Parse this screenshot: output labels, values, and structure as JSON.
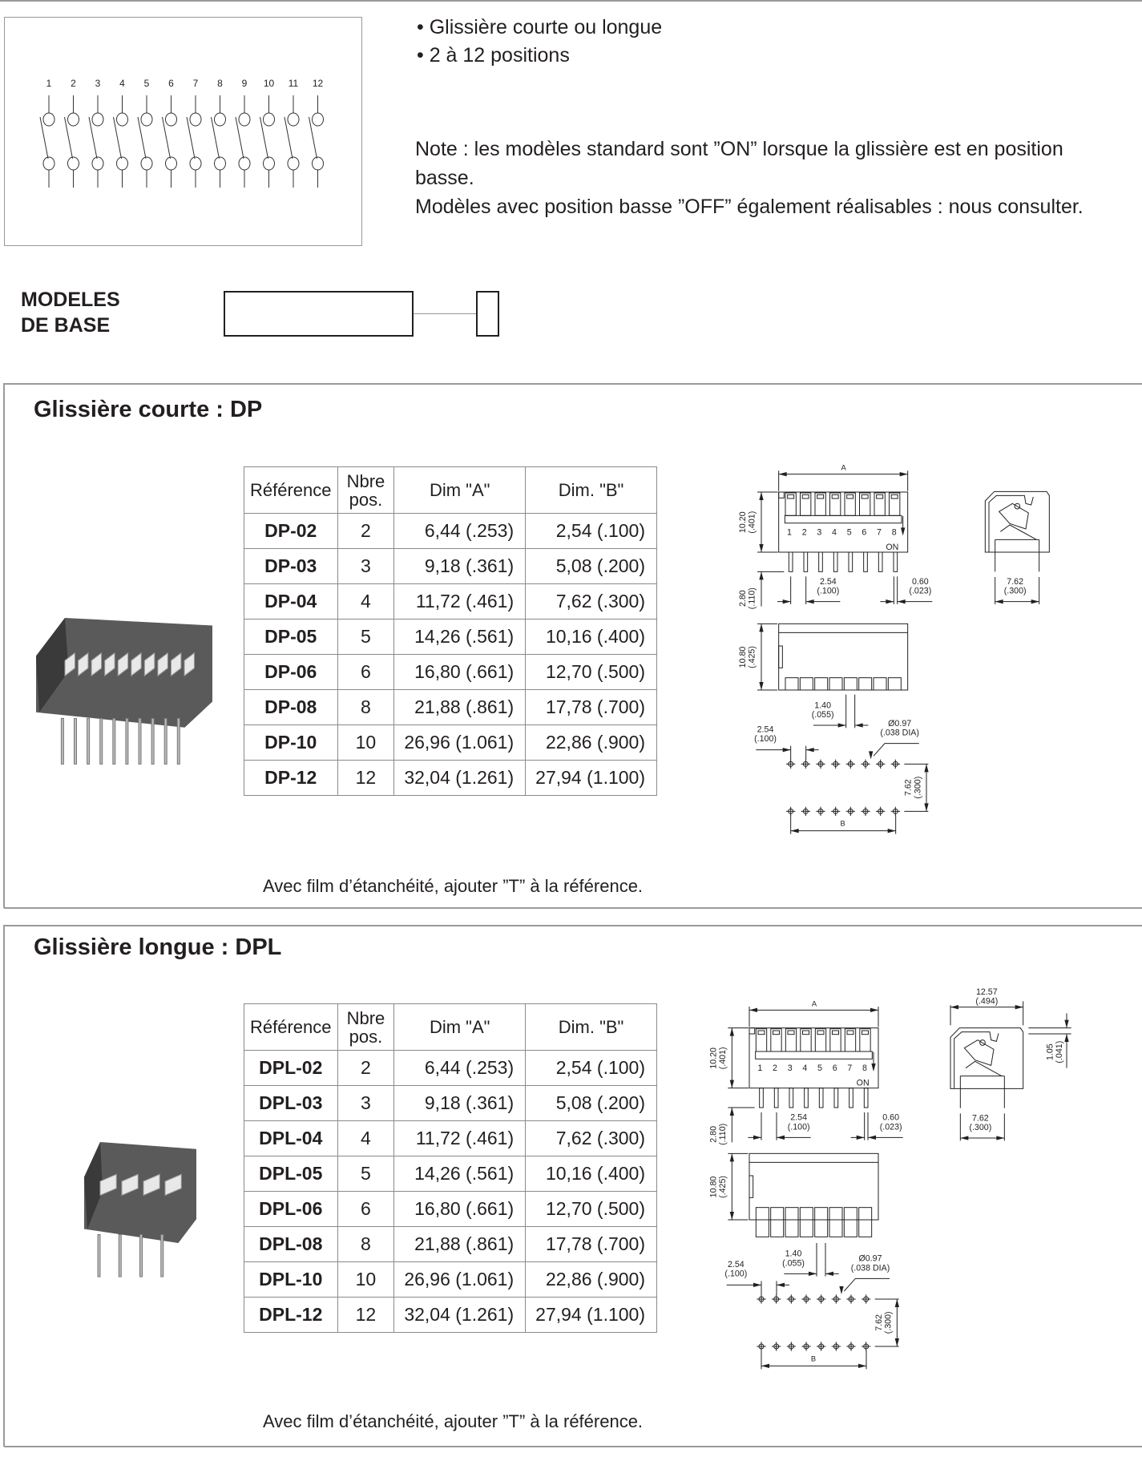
{
  "intro": {
    "bullets": [
      "• Glissière courte ou longue",
      "• 2 à 12 positions"
    ],
    "note_lines": [
      "Note : les modèles standard sont ”ON” lorsque la glissière est en position",
      "basse.",
      "Modèles avec position basse ”OFF” également réalisables : nous consulter."
    ],
    "schematic_numbers": [
      "1",
      "2",
      "3",
      "4",
      "5",
      "6",
      "7",
      "8",
      "9",
      "10",
      "11",
      "12"
    ]
  },
  "base_models": {
    "line1": "MODELES",
    "line2": "DE BASE"
  },
  "columns": {
    "ref": "Référence",
    "pos1": "Nbre",
    "pos2": "pos.",
    "dimA": "Dim \"A\"",
    "dimB": "Dim. \"B\""
  },
  "sections": [
    {
      "title": "Glissière courte : DP",
      "footnote": "Avec film d’étanchéité, ajouter ”T” à la référence.",
      "rows": [
        [
          "DP-02",
          "2",
          "6,44 (.253)",
          "2,54 (.100)"
        ],
        [
          "DP-03",
          "3",
          "9,18 (.361)",
          "5,08 (.200)"
        ],
        [
          "DP-04",
          "4",
          "11,72 (.461)",
          "7,62 (.300)"
        ],
        [
          "DP-05",
          "5",
          "14,26 (.561)",
          "10,16 (.400)"
        ],
        [
          "DP-06",
          "6",
          "16,80 (.661)",
          "12,70 (.500)"
        ],
        [
          "DP-08",
          "8",
          "21,88 (.861)",
          "17,78 (.700)"
        ],
        [
          "DP-10",
          "10",
          "26,96 (1.061)",
          "22,86 (.900)"
        ],
        [
          "DP-12",
          "12",
          "32,04 (1.261)",
          "27,94 (1.100)"
        ]
      ],
      "drawing": {
        "A": "A",
        "B": "B",
        "ON": "ON",
        "pin_numbers": [
          "1",
          "2",
          "3",
          "4",
          "5",
          "6",
          "7",
          "8"
        ],
        "h_body": [
          "10.20",
          "(.401)"
        ],
        "h_pin": [
          "2.80",
          "(.110)"
        ],
        "pitch": [
          "2.54",
          "(.100)"
        ],
        "pin_w": [
          "0.60",
          "(.023)"
        ],
        "row_sp": [
          "7.62",
          "(.300)"
        ],
        "h_bottom": [
          "10.80",
          "(.425)"
        ],
        "slide_w": [
          "1.40",
          "(.055)"
        ],
        "hole": [
          "Ø0.97",
          "(.038 DIA)"
        ],
        "hole_pitch": [
          "2.54",
          "(.100)"
        ],
        "hole_rows": [
          "7.62",
          "(.300)"
        ]
      }
    },
    {
      "title": "Glissière longue : DPL",
      "footnote": "Avec film d’étanchéité, ajouter ”T” à la référence.",
      "rows": [
        [
          "DPL-02",
          "2",
          "6,44 (.253)",
          "2,54 (.100)"
        ],
        [
          "DPL-03",
          "3",
          "9,18 (.361)",
          "5,08 (.200)"
        ],
        [
          "DPL-04",
          "4",
          "11,72 (.461)",
          "7,62 (.300)"
        ],
        [
          "DPL-05",
          "5",
          "14,26 (.561)",
          "10,16 (.400)"
        ],
        [
          "DPL-06",
          "6",
          "16,80 (.661)",
          "12,70 (.500)"
        ],
        [
          "DPL-08",
          "8",
          "21,88 (.861)",
          "17,78 (.700)"
        ],
        [
          "DPL-10",
          "10",
          "26,96 (1.061)",
          "22,86 (.900)"
        ],
        [
          "DPL-12",
          "12",
          "32,04 (1.261)",
          "27,94 (1.100)"
        ]
      ],
      "drawing": {
        "A": "A",
        "B": "B",
        "ON": "ON",
        "pin_numbers": [
          "1",
          "2",
          "3",
          "4",
          "5",
          "6",
          "7",
          "8"
        ],
        "h_body": [
          "10.20",
          "(.401)"
        ],
        "h_pin": [
          "2.80",
          "(.110)"
        ],
        "pitch": [
          "2.54",
          "(.100)"
        ],
        "pin_w": [
          "0.60",
          "(.023)"
        ],
        "row_sp": [
          "7.62",
          "(.300)"
        ],
        "h_bottom": [
          "10.80",
          "(.425)"
        ],
        "slide_w": [
          "1.40",
          "(.055)"
        ],
        "hole": [
          "Ø0.97",
          "(.038 DIA)"
        ],
        "hole_pitch": [
          "2.54",
          "(.100)"
        ],
        "hole_rows": [
          "7.62",
          "(.300)"
        ],
        "side_w": [
          "12.57",
          "(.494)"
        ],
        "slide_h": [
          "1.05",
          "(.041)"
        ]
      }
    }
  ]
}
